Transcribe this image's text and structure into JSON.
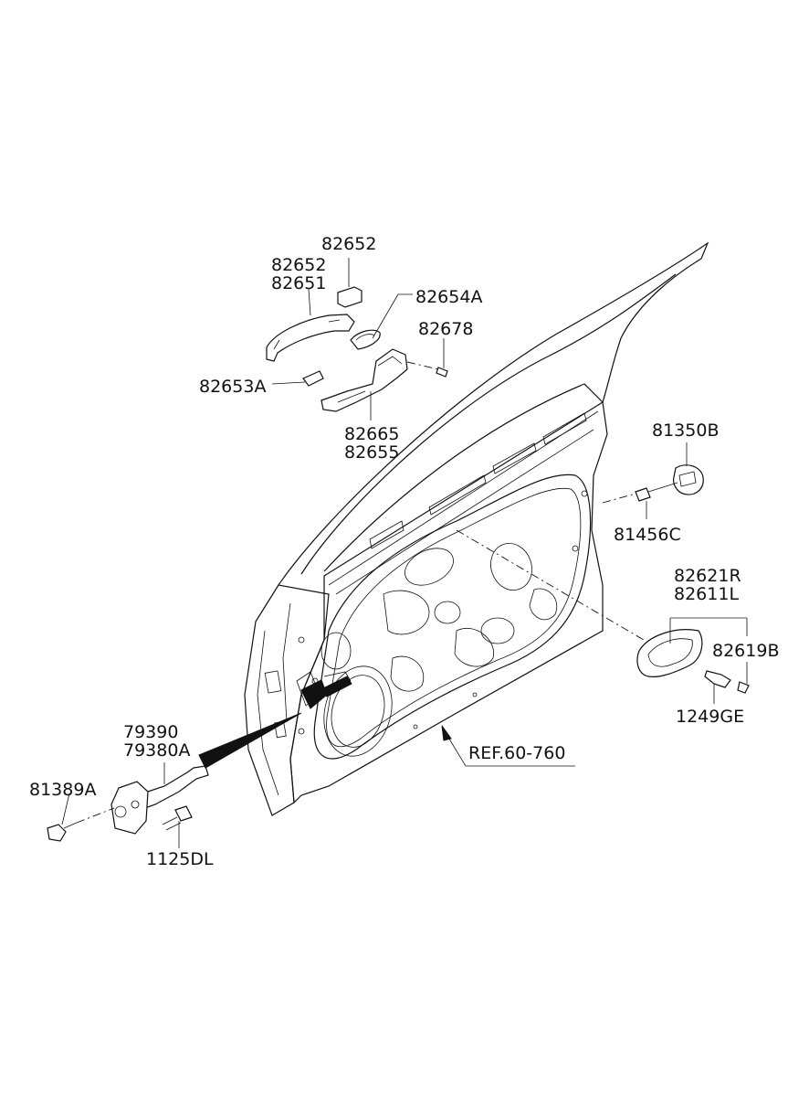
{
  "labels": {
    "p82652_top": "82652",
    "p82652": "82652",
    "p82651": "82651",
    "p82654A": "82654A",
    "p82678": "82678",
    "p82653A": "82653A",
    "p82665": "82665",
    "p82655": "82655",
    "p81350B": "81350B",
    "p81456C": "81456C",
    "p82621R": "82621R",
    "p82611L": "82611L",
    "p82619B": "82619B",
    "p1249GE": "1249GE",
    "p79390": "79390",
    "p79380A": "79380A",
    "p81389A": "81389A",
    "p1125DL": "1125DL",
    "ref": "REF.60-760"
  }
}
